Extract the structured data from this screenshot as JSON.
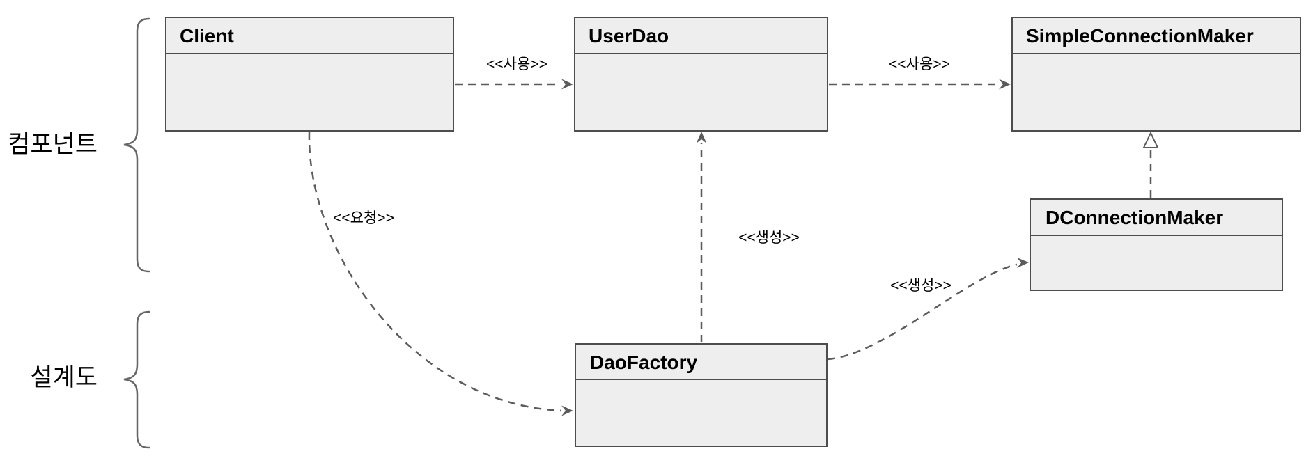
{
  "diagram": {
    "groups": [
      {
        "label": "컴포넌트"
      },
      {
        "label": "설계도"
      }
    ],
    "classes": [
      {
        "name": "Client"
      },
      {
        "name": "UserDao"
      },
      {
        "name": "SimpleConnectionMaker"
      },
      {
        "name": "DConnectionMaker"
      },
      {
        "name": "DaoFactory"
      }
    ],
    "relations": [
      {
        "label": "<<사용>>",
        "from": "Client",
        "to": "UserDao",
        "type": "dependency"
      },
      {
        "label": "<<사용>>",
        "from": "UserDao",
        "to": "SimpleConnectionMaker",
        "type": "dependency"
      },
      {
        "label": "<<요청>>",
        "from": "Client",
        "to": "DaoFactory",
        "type": "dependency"
      },
      {
        "label": "<<생성>>",
        "from": "DaoFactory",
        "to": "UserDao",
        "type": "dependency"
      },
      {
        "label": "<<생성>>",
        "from": "DaoFactory",
        "to": "DConnectionMaker",
        "type": "dependency"
      },
      {
        "label": "",
        "from": "DConnectionMaker",
        "to": "SimpleConnectionMaker",
        "type": "realization"
      }
    ],
    "colors": {
      "box_fill": "#eeeeee",
      "box_border": "#4d4d4d",
      "line": "#5b5b5b",
      "text": "#000000"
    }
  }
}
